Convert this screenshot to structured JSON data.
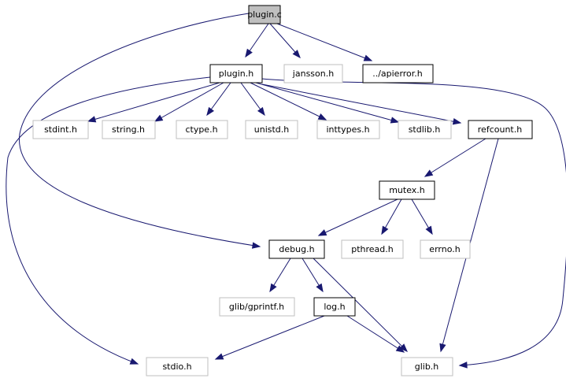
{
  "colors": {
    "edge": "#191970",
    "root_fill": "#bfbfbf",
    "root_border": "#000000",
    "documented_border": "#000000",
    "system_border": "#bfbfbf",
    "text": "#000000"
  },
  "nodes": {
    "plugin_c": {
      "label": "plugin.c",
      "kind": "root"
    },
    "plugin_h": {
      "label": "plugin.h",
      "kind": "documented"
    },
    "jansson_h": {
      "label": "jansson.h",
      "kind": "system"
    },
    "apierror_h": {
      "label": "../apierror.h",
      "kind": "documented"
    },
    "stdint_h": {
      "label": "stdint.h",
      "kind": "system"
    },
    "string_h": {
      "label": "string.h",
      "kind": "system"
    },
    "ctype_h": {
      "label": "ctype.h",
      "kind": "system"
    },
    "unistd_h": {
      "label": "unistd.h",
      "kind": "system"
    },
    "inttypes_h": {
      "label": "inttypes.h",
      "kind": "system"
    },
    "stdlib_h": {
      "label": "stdlib.h",
      "kind": "system"
    },
    "refcount_h": {
      "label": "refcount.h",
      "kind": "documented"
    },
    "mutex_h": {
      "label": "mutex.h",
      "kind": "documented"
    },
    "debug_h": {
      "label": "debug.h",
      "kind": "documented"
    },
    "pthread_h": {
      "label": "pthread.h",
      "kind": "system"
    },
    "errno_h": {
      "label": "errno.h",
      "kind": "system"
    },
    "gprintf_h": {
      "label": "glib/gprintf.h",
      "kind": "system"
    },
    "log_h": {
      "label": "log.h",
      "kind": "documented"
    },
    "stdio_h": {
      "label": "stdio.h",
      "kind": "system"
    },
    "glib_h": {
      "label": "glib.h",
      "kind": "system"
    }
  },
  "edges": [
    {
      "from": "plugin_c",
      "to": "plugin_h"
    },
    {
      "from": "plugin_c",
      "to": "jansson_h"
    },
    {
      "from": "plugin_c",
      "to": "apierror_h"
    },
    {
      "from": "plugin_c",
      "to": "debug_h"
    },
    {
      "from": "plugin_h",
      "to": "stdint_h"
    },
    {
      "from": "plugin_h",
      "to": "string_h"
    },
    {
      "from": "plugin_h",
      "to": "ctype_h"
    },
    {
      "from": "plugin_h",
      "to": "unistd_h"
    },
    {
      "from": "plugin_h",
      "to": "inttypes_h"
    },
    {
      "from": "plugin_h",
      "to": "stdlib_h"
    },
    {
      "from": "plugin_h",
      "to": "refcount_h"
    },
    {
      "from": "plugin_h",
      "to": "stdio_h"
    },
    {
      "from": "plugin_h",
      "to": "glib_h"
    },
    {
      "from": "refcount_h",
      "to": "mutex_h"
    },
    {
      "from": "refcount_h",
      "to": "glib_h"
    },
    {
      "from": "mutex_h",
      "to": "debug_h"
    },
    {
      "from": "mutex_h",
      "to": "pthread_h"
    },
    {
      "from": "mutex_h",
      "to": "errno_h"
    },
    {
      "from": "debug_h",
      "to": "gprintf_h"
    },
    {
      "from": "debug_h",
      "to": "log_h"
    },
    {
      "from": "debug_h",
      "to": "glib_h"
    },
    {
      "from": "log_h",
      "to": "stdio_h"
    },
    {
      "from": "log_h",
      "to": "glib_h"
    }
  ]
}
